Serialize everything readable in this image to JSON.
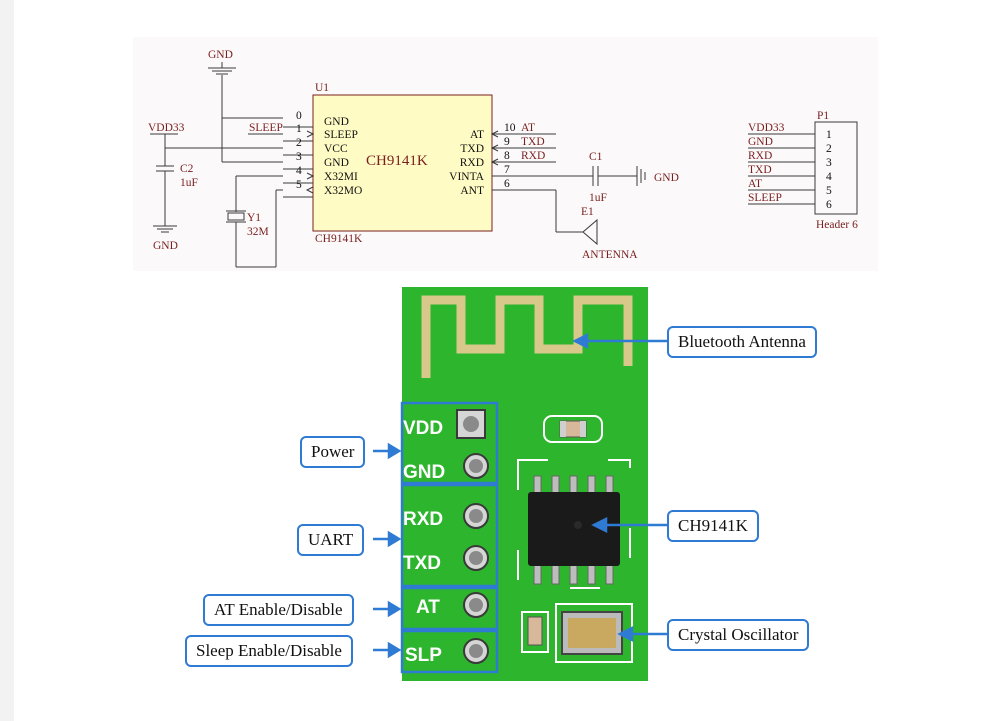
{
  "schematic": {
    "chip_ref": "U1",
    "chip_name": "CH9141K",
    "chip_value": "CH9141K",
    "left_pins": [
      {
        "num": "0",
        "name": "GND"
      },
      {
        "num": "1",
        "name": "SLEEP"
      },
      {
        "num": "2",
        "name": "VCC"
      },
      {
        "num": "3",
        "name": "GND"
      },
      {
        "num": "4",
        "name": "X32MI"
      },
      {
        "num": "5",
        "name": "X32MO"
      }
    ],
    "right_pins": [
      {
        "num": "10",
        "name": "AT",
        "net": "AT"
      },
      {
        "num": "9",
        "name": "TXD",
        "net": "TXD"
      },
      {
        "num": "8",
        "name": "RXD",
        "net": "RXD"
      },
      {
        "num": "7",
        "name": "VINTA",
        "net": ""
      },
      {
        "num": "6",
        "name": "ANT",
        "net": ""
      }
    ],
    "net_sleep": "SLEEP",
    "gnd_top": "GND",
    "gnd_bottom": "GND",
    "gnd_right": "GND",
    "vdd": "VDD33",
    "c2_ref": "C2",
    "c2_val": "1uF",
    "c1_ref": "C1",
    "c1_val": "1uF",
    "y1_ref": "Y1",
    "y1_val": "32M",
    "e1_ref": "E1",
    "e1_name": "ANTENNA",
    "header_ref": "P1",
    "header_name": "Header 6",
    "header_pins": [
      {
        "num": "1",
        "net": "VDD33"
      },
      {
        "num": "2",
        "net": "GND"
      },
      {
        "num": "3",
        "net": "RXD"
      },
      {
        "num": "4",
        "net": "TXD"
      },
      {
        "num": "5",
        "net": "AT"
      },
      {
        "num": "6",
        "net": "SLEEP"
      }
    ]
  },
  "board": {
    "silk_labels": [
      "VDD",
      "GND",
      "RXD",
      "TXD",
      "AT",
      "SLP"
    ]
  },
  "callouts": {
    "bluetooth_antenna": "Bluetooth Antenna",
    "power": "Power",
    "uart": "UART",
    "at": "AT Enable/Disable",
    "sleep": "Sleep Enable/Disable",
    "chip": "CH9141K",
    "crystal": "Crystal Oscillator"
  },
  "colors": {
    "wire": "#7a1f1f",
    "pin_text": "#7a1f1f",
    "chip_fill": "#fffbc4",
    "pcb_green": "#2db52d",
    "gold": "#d8c98a",
    "callout_blue": "#2f7bd4"
  }
}
